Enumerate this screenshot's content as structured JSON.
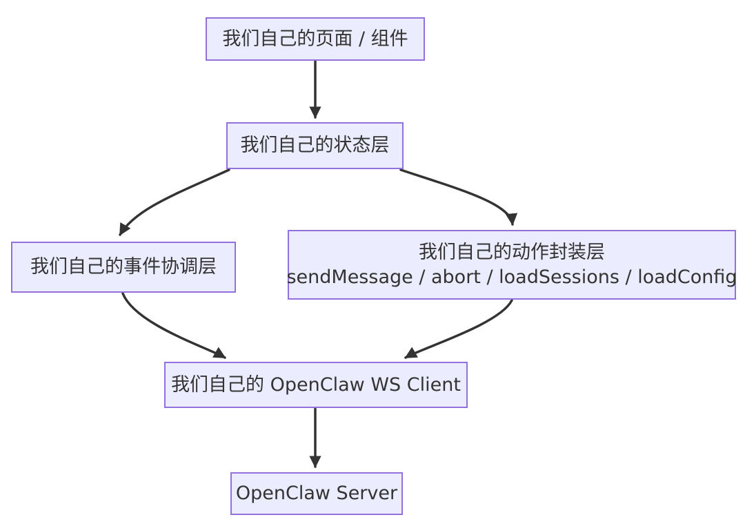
{
  "diagram": {
    "type": "flowchart",
    "direction": "top-down",
    "colors": {
      "background": "#ffffff",
      "node_fill": "#ECECFF",
      "node_border": "#9370DB",
      "edge": "#333333",
      "text": "#333333"
    },
    "nodes": [
      {
        "id": "page",
        "label": "我们自己的页面 / 组件"
      },
      {
        "id": "state",
        "label": "我们自己的状态层"
      },
      {
        "id": "event",
        "label": "我们自己的事件协调层"
      },
      {
        "id": "action",
        "label": "我们自己的动作封装层",
        "sublabel": "sendMessage / abort / loadSessions / loadConfig"
      },
      {
        "id": "ws",
        "label": "我们自己的 OpenClaw WS Client"
      },
      {
        "id": "server",
        "label": "OpenClaw Server"
      }
    ],
    "edges": [
      {
        "from": "page",
        "to": "state"
      },
      {
        "from": "state",
        "to": "event"
      },
      {
        "from": "state",
        "to": "action"
      },
      {
        "from": "event",
        "to": "ws"
      },
      {
        "from": "action",
        "to": "ws"
      },
      {
        "from": "ws",
        "to": "server"
      }
    ]
  }
}
